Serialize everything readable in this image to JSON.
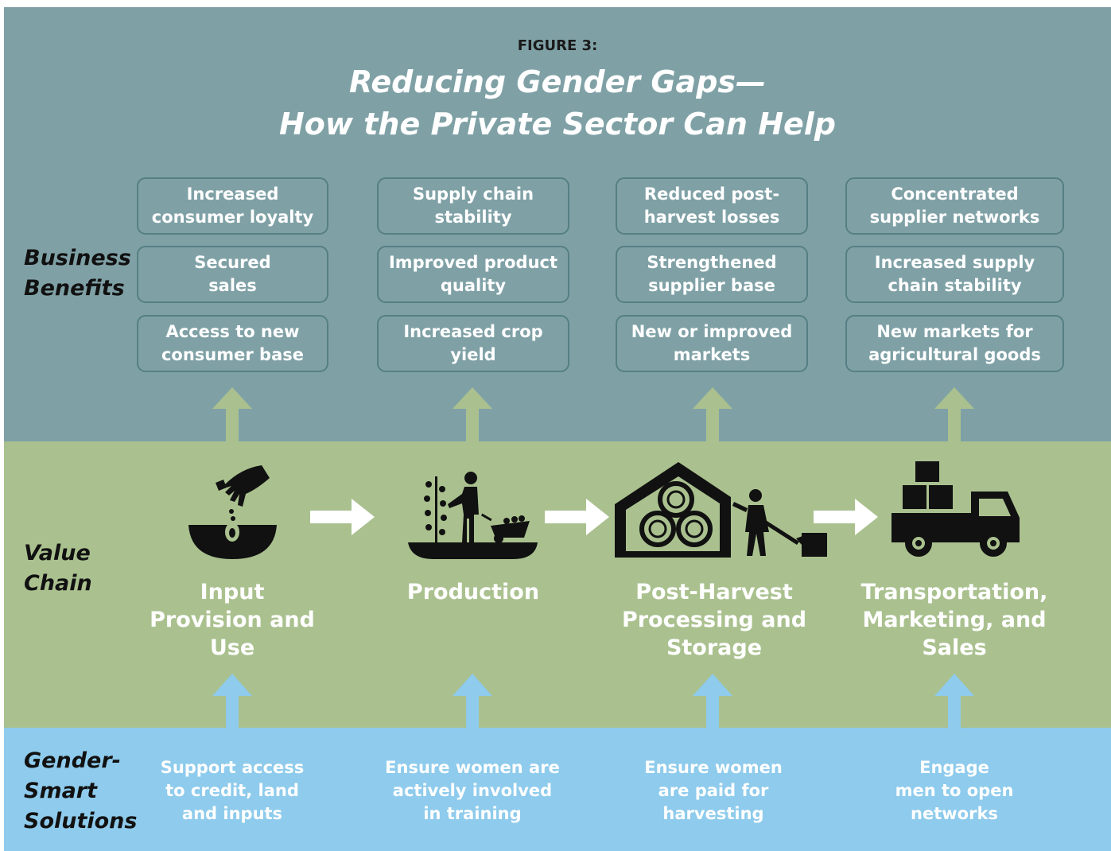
{
  "figure_label": "FIGURE 3:",
  "title_line1": "Reducing Gender Gaps—",
  "title_line2": "How the Private Sector Can Help",
  "rows": {
    "business": "Business\nBenefits",
    "value_chain": "Value\nChain",
    "solutions": "Gender-\nSmart\nSolutions"
  },
  "columns": [
    {
      "benefits": [
        "Increased\nconsumer loyalty",
        "Secured\nsales",
        "Access to new\nconsumer base"
      ],
      "stage": "Input\nProvision and\nUse",
      "icon": "seed-planting-icon",
      "solution": "Support access\nto credit, land\nand inputs"
    },
    {
      "benefits": [
        "Supply chain\nstability",
        "Improved product\nquality",
        "Increased crop\nyield"
      ],
      "stage": "Production",
      "icon": "farmer-crop-icon",
      "solution": "Ensure women are\nactively involved\nin training"
    },
    {
      "benefits": [
        "Reduced post-\nharvest losses",
        "Strengthened\nsupplier base",
        "New or improved\nmarkets"
      ],
      "stage": "Post-Harvest\nProcessing and\nStorage",
      "icon": "barn-storage-icon",
      "solution": "Ensure women\nare paid for\nharvesting"
    },
    {
      "benefits": [
        "Concentrated\nsupplier networks",
        "Increased supply\nchain stability",
        "New markets for\nagricultural goods"
      ],
      "stage": "Transportation,\nMarketing, and\nSales",
      "icon": "delivery-truck-icon",
      "solution": "Engage\nmen to open\nnetworks"
    }
  ],
  "colors": {
    "top_band": "#7fa1a6",
    "middle_band": "#aac18f",
    "bottom_band": "#8ecbec",
    "up_arrow_benefits": "#aac18f",
    "up_arrow_solutions": "#8ecbec"
  }
}
